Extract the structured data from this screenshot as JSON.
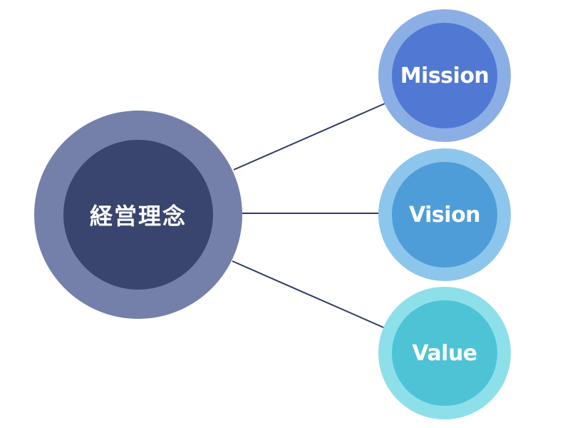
{
  "diagram": {
    "center": {
      "label": "経営理念",
      "colors": {
        "outer": "#7480A9",
        "inner": "#39456E"
      }
    },
    "nodes": [
      {
        "key": "mission",
        "label": "Mission",
        "colors": {
          "outer": "#8BAFE5",
          "inner": "#5179D3"
        }
      },
      {
        "key": "vision",
        "label": "Vision",
        "colors": {
          "outer": "#8DC6EC",
          "inner": "#4E9DD9"
        }
      },
      {
        "key": "value",
        "label": "Value",
        "colors": {
          "outer": "#8DE0EA",
          "inner": "#4EC3D5"
        }
      }
    ],
    "connector_color": "#2E3A66"
  }
}
